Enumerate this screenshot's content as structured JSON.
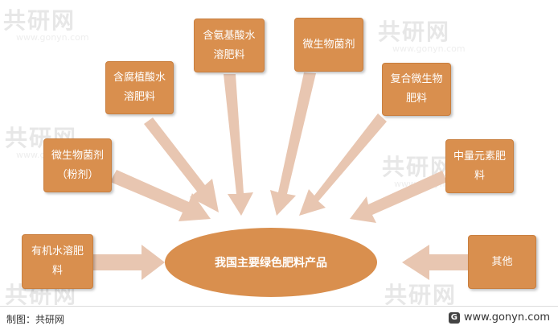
{
  "watermark": {
    "brand": "共研网",
    "url": "www.gonyn.com"
  },
  "center": {
    "label": "我国主要绿色肥料产品"
  },
  "boxes": {
    "organic": "有机水溶肥\n料",
    "microbial_powder": "微生物菌剂\n（粉剂）",
    "humic": "含腐植酸水\n溶肥料",
    "amino": "含氨基酸水\n溶肥料",
    "microbial": "微生物菌剂",
    "compound_microbial": "复合微生物\n肥料",
    "mid_trace": "中量元素肥\n料",
    "other": "其他"
  },
  "colors": {
    "box": "#d98f4e",
    "arrow": "#e8c6b1",
    "center": "#d98f4e"
  },
  "footer": {
    "credit": "制图：共研网",
    "url": "www.gonyn.com",
    "logo_icon": "gonyn-logo-icon"
  }
}
